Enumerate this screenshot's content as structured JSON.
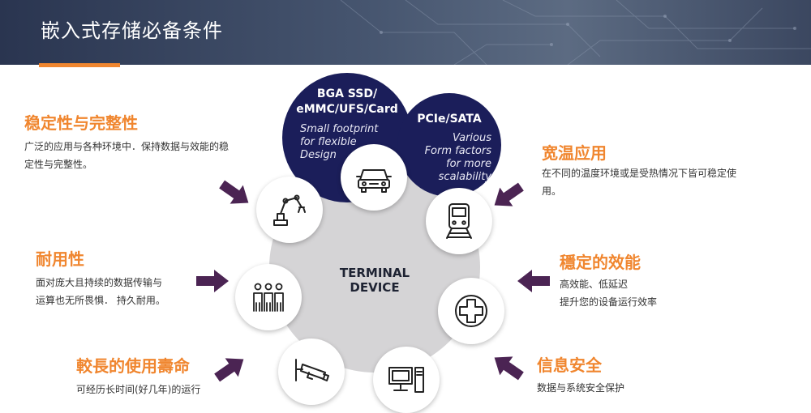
{
  "header": {
    "title": "嵌入式存储必备条件"
  },
  "center": {
    "line1": "TERMINAL",
    "line2": "DEVICE"
  },
  "bubble_storage": {
    "title1": "BGA SSD/",
    "title2": "eMMC/UFS/Card",
    "sub1": "Small footprint",
    "sub2": "for flexible",
    "sub3": "Design"
  },
  "bubble_interface": {
    "title": "PCIe/SATA",
    "sub1": "Various",
    "sub2": "Form factors",
    "sub3": "for more",
    "sub4": "scalability"
  },
  "features": {
    "stability": {
      "title": "稳定性与完整性",
      "desc1": "广泛的应用与各种环境中．保持数据与效能的稳",
      "desc2": "定性与完整性。"
    },
    "durability": {
      "title": "耐用性",
      "desc1": "面对庞大且持续的数据传输与",
      "desc2": "运算也无所畏惧．  持久耐用。"
    },
    "longevity": {
      "title": "較長的使用壽命",
      "desc1": "可经历长时间(好几年)的运行"
    },
    "wide_temp": {
      "title": "宽温应用",
      "desc1": "在不同的温度环境或是受热情况下皆可稳定使",
      "desc2": "用。"
    },
    "performance": {
      "title": "穩定的效能",
      "desc1": "高效能、低延迟",
      "desc2": "提升您的设备运行效率"
    },
    "security": {
      "title": "信息安全",
      "desc1": "数据与系统安全保护"
    }
  },
  "colors": {
    "accent": "#f0862f",
    "navy": "#1b1e5a",
    "arrow": "#4b2453",
    "circle_gray": "#d5d4d6"
  },
  "icons": [
    "robot-arm-icon",
    "car-icon",
    "train-icon",
    "people-icon",
    "medical-cross-icon",
    "security-camera-icon",
    "computer-icon"
  ]
}
